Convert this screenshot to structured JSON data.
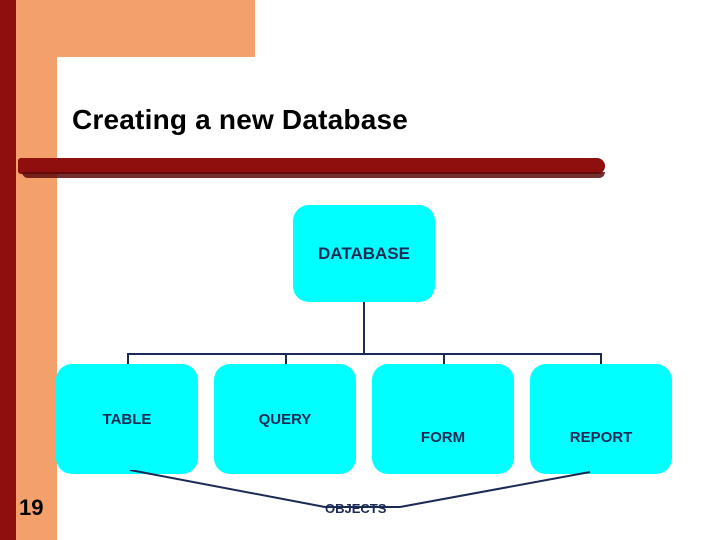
{
  "slide": {
    "title": "Creating a new Database",
    "number": "19",
    "accent_color": "#8f0f0f",
    "band_color": "#f4a06a",
    "node_fill": "#00ffff",
    "node_text_color": "#1a2a55"
  },
  "diagram": {
    "root": {
      "label": "DATABASE"
    },
    "children": [
      {
        "label": "TABLE"
      },
      {
        "label": "QUERY"
      },
      {
        "label": "FORM"
      },
      {
        "label": "REPORT"
      }
    ],
    "callout": {
      "label": "OBJECTS"
    }
  }
}
